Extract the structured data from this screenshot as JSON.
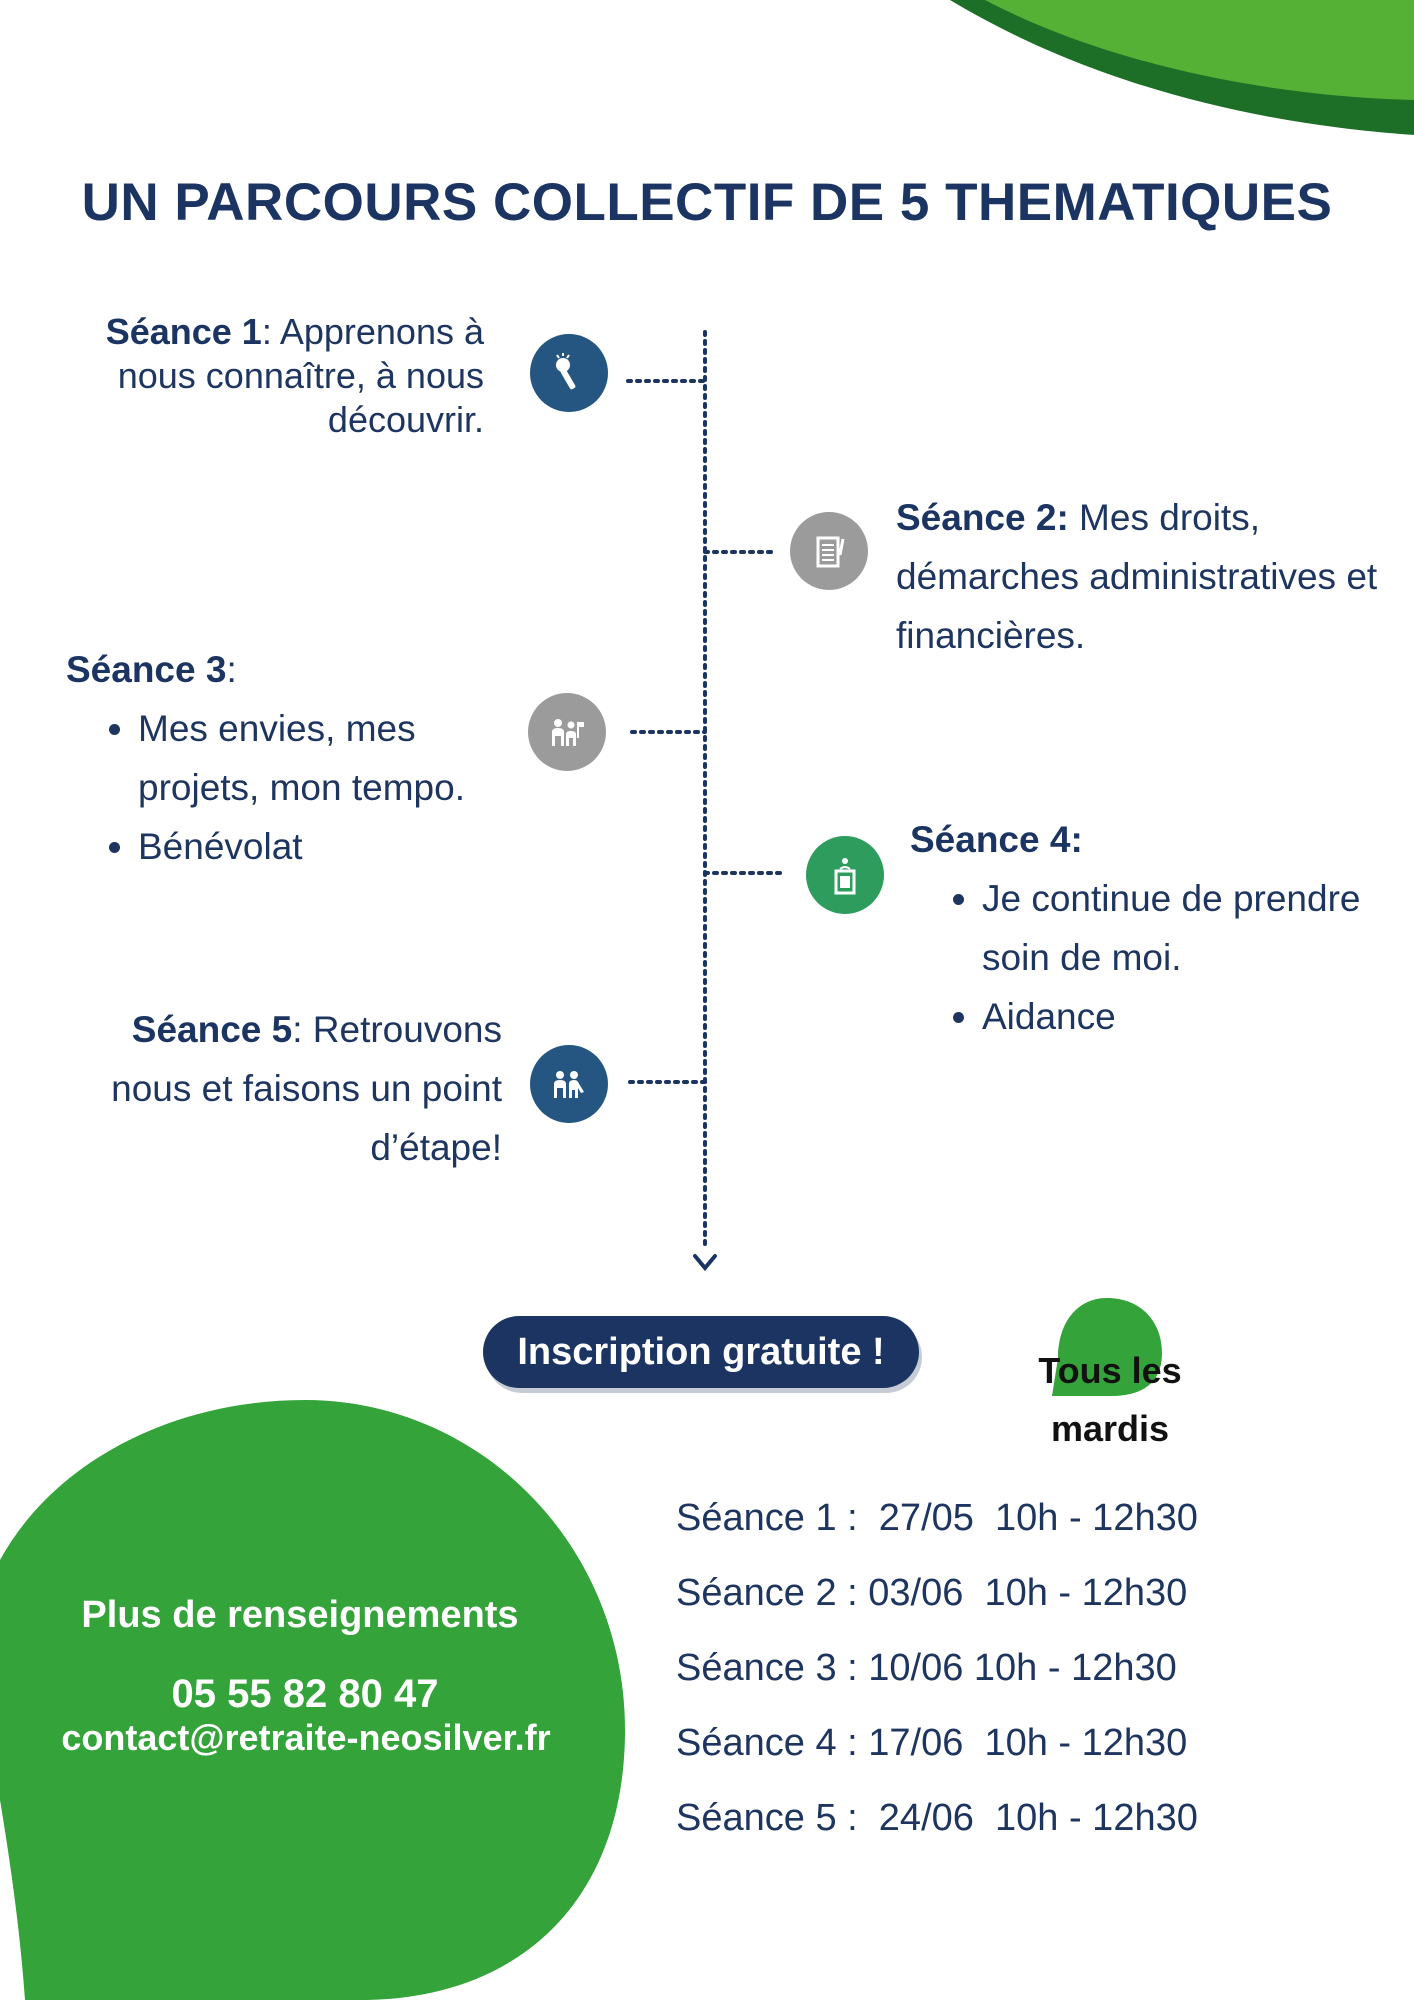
{
  "title": "UN PARCOURS COLLECTIF DE 5 THEMATIQUES",
  "sessions": [
    {
      "label": "Séance 1",
      "sep": ":",
      "text": " Apprenons à nous connaître, à nous découvrir.",
      "icon": "microphone-icon"
    },
    {
      "label": "Séance 2:",
      "text": " Mes droits, démarches administratives et financières.",
      "icon": "document-icon"
    },
    {
      "label": "Séance 3",
      "sep": ":",
      "bullets": [
        "Mes envies, mes projets, mon tempo.",
        "Bénévolat"
      ],
      "icon": "people-icon"
    },
    {
      "label": "Séance 4:",
      "bullets": [
        "Je continue de prendre soin de moi.",
        "Aidance"
      ],
      "icon": "care-icon"
    },
    {
      "label": "Séance 5",
      "sep": ":",
      "text": " Retrouvons nous et faisons un point d’étape!",
      "icon": "group-icon"
    }
  ],
  "inscription": "Inscription gratuite !",
  "tous_les_mardis": [
    "Tous les",
    "mardis"
  ],
  "info": {
    "title": "Plus de renseignements",
    "phone": "05 55 82 80 47",
    "email": "contact@retraite-neosilver.fr"
  },
  "schedule": [
    "Séance 1 :  27/05  10h - 12h30",
    "Séance 2 : 03/06  10h - 12h30",
    "Séance 3 : 10/06 10h - 12h30",
    "Séance 4 : 17/06  10h - 12h30",
    "Séance 5 :  24/06  10h - 12h30"
  ],
  "colors": {
    "navy": "#1b3462",
    "green": "#34a23a",
    "dark_green": "#1d6e27",
    "grey": "#9b9b9b"
  }
}
